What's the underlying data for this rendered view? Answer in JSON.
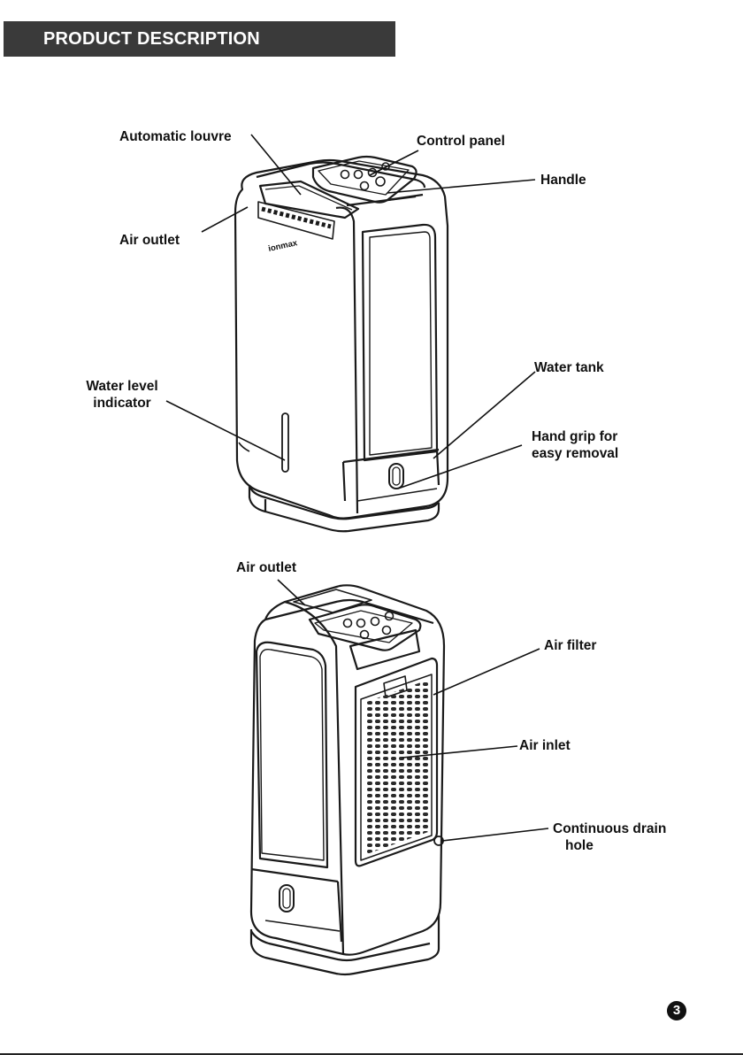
{
  "header": {
    "title": "PRODUCT DESCRIPTION"
  },
  "front_view": {
    "brand_text": "ionmax",
    "labels": {
      "automatic_louvre": "Automatic louvre",
      "control_panel": "Control panel",
      "handle": "Handle",
      "air_outlet": "Air outlet",
      "water_tank": "Water tank",
      "water_level_1": "Water level",
      "water_level_2": "indicator",
      "hand_grip_1": "Hand grip for",
      "hand_grip_2": "easy removal"
    }
  },
  "back_view": {
    "labels": {
      "air_outlet": "Air outlet",
      "air_filter": "Air filter",
      "air_inlet": "Air inlet",
      "drain_1": "Continuous drain",
      "drain_2": "hole"
    }
  },
  "page_number": "3",
  "colors": {
    "header_bg": "#3a3a3a",
    "header_text": "#ffffff",
    "line": "#1a1a1a"
  }
}
